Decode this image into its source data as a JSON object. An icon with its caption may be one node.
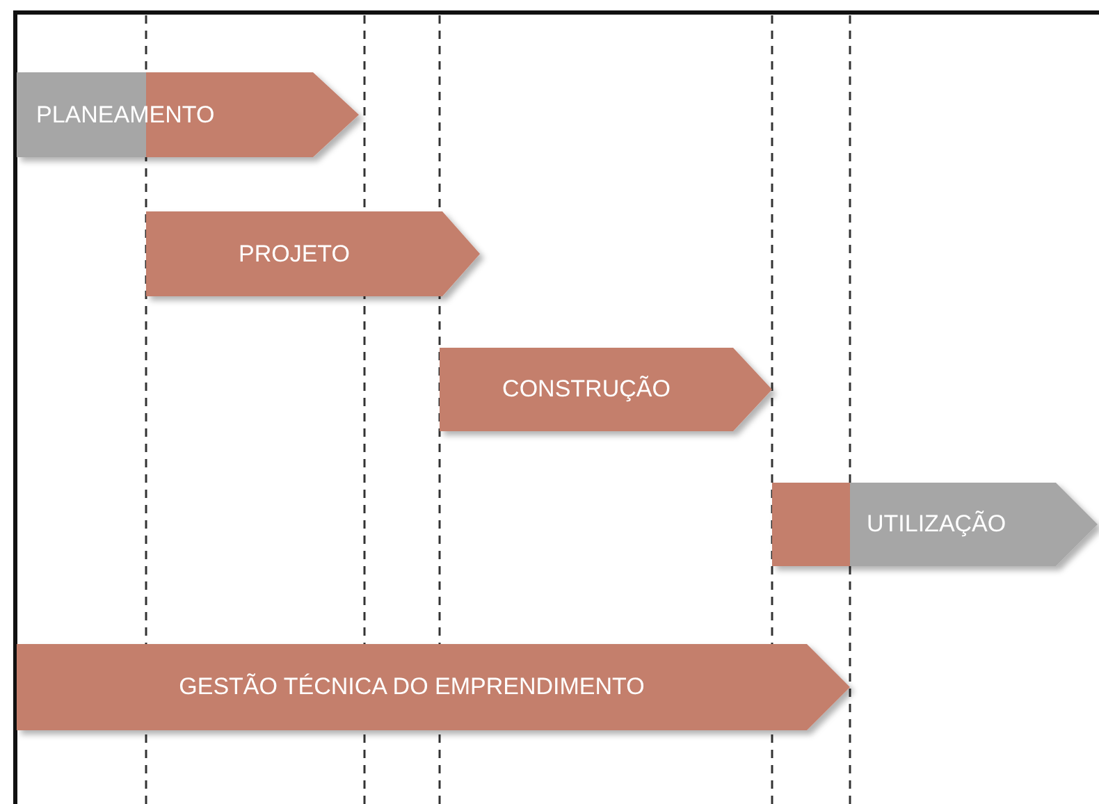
{
  "diagram": {
    "nodes": [
      {
        "text": [
          "PLANEAMENTO"
        ]
      },
      {
        "text": [
          "PROJETO"
        ]
      },
      {
        "text": [
          "CONSTRUÇÃO"
        ]
      },
      {
        "text": [
          "UTILIZAÇÃO"
        ]
      },
      {
        "text": [
          "GESTÃO TÉCNICA DO EMPRENDIMENTO"
        ]
      }
    ]
  }
}
